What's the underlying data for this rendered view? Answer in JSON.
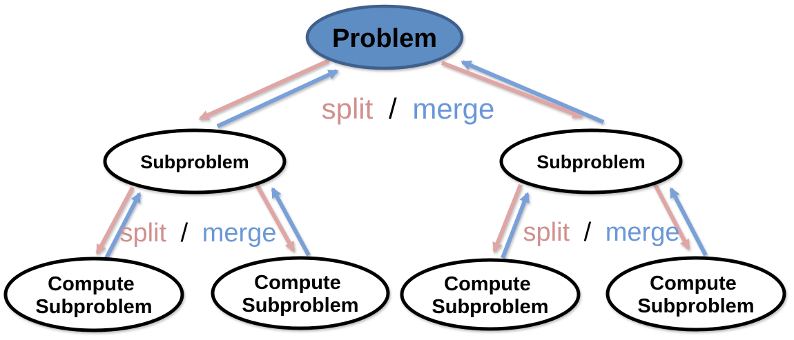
{
  "nodes": {
    "problem": {
      "label": "Problem"
    },
    "subproblem_left": {
      "label": "Subproblem"
    },
    "subproblem_right": {
      "label": "Subproblem"
    },
    "compute_1": {
      "line1": "Compute",
      "line2": "Subproblem"
    },
    "compute_2": {
      "line1": "Compute",
      "line2": "Subproblem"
    },
    "compute_3": {
      "line1": "Compute",
      "line2": "Subproblem"
    },
    "compute_4": {
      "line1": "Compute",
      "line2": "Subproblem"
    }
  },
  "edge_labels": {
    "top": {
      "split": "split",
      "slash": "/",
      "merge": "merge"
    },
    "left": {
      "split": "split",
      "slash": "/",
      "merge": "merge"
    },
    "right": {
      "split": "split",
      "slash": "/",
      "merge": "merge"
    }
  },
  "colors": {
    "problem_fill": "#5d8dc3",
    "problem_border": "#3f618c",
    "node_fill": "#ffffff",
    "node_border": "#000000",
    "arrow_split": "#dfa6a6",
    "arrow_merge": "#7aa0d8",
    "split_text": "#d18f8f",
    "merge_text": "#6a97d6",
    "slash_text": "#000000",
    "node_text": "#000000",
    "background": "#ffffff"
  }
}
